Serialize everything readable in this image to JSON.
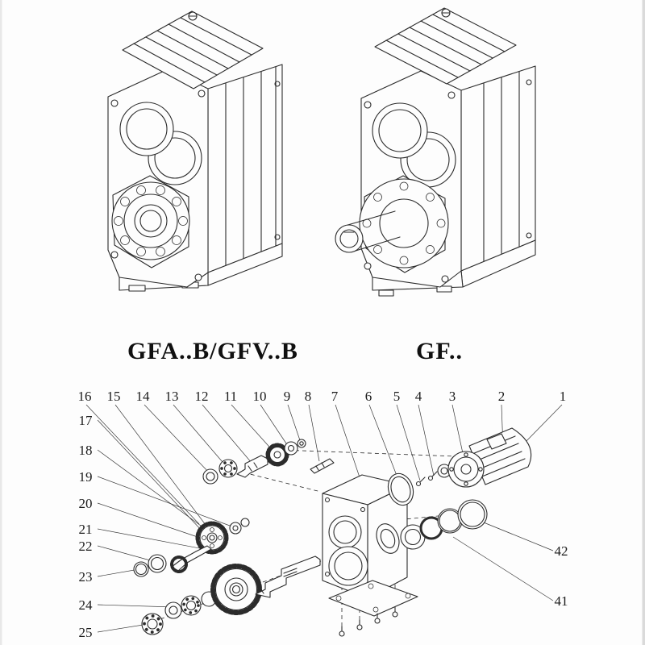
{
  "page": {
    "background": "#fdfdfd",
    "ink": "#2b2b2b"
  },
  "captions": {
    "left": "GFA..B/GFV..B",
    "right": "GF.."
  },
  "parts": {
    "top": [
      "16",
      "15",
      "14",
      "13",
      "12",
      "11",
      "10",
      "9",
      "8",
      "7",
      "6",
      "5",
      "4",
      "3",
      "2",
      "1"
    ],
    "left": [
      "17",
      "18",
      "19",
      "20",
      "21",
      "22",
      "23",
      "24",
      "25"
    ],
    "right": [
      "42",
      "41"
    ]
  }
}
